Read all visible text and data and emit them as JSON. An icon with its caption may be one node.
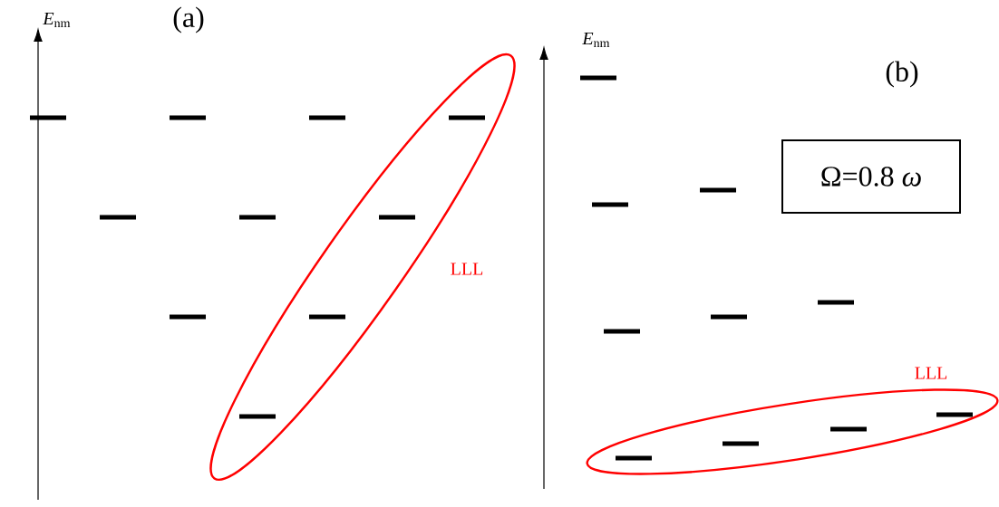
{
  "diagram": {
    "nodes": [
      {
        "text": [
          "Ω=0.8 *ω*"
        ]
      }
    ],
    "labels": [
      "*E*$_{nm}$",
      "(a)",
      "LLL",
      "*E*$_{nm}$",
      "(b)",
      "LLL"
    ]
  }
}
